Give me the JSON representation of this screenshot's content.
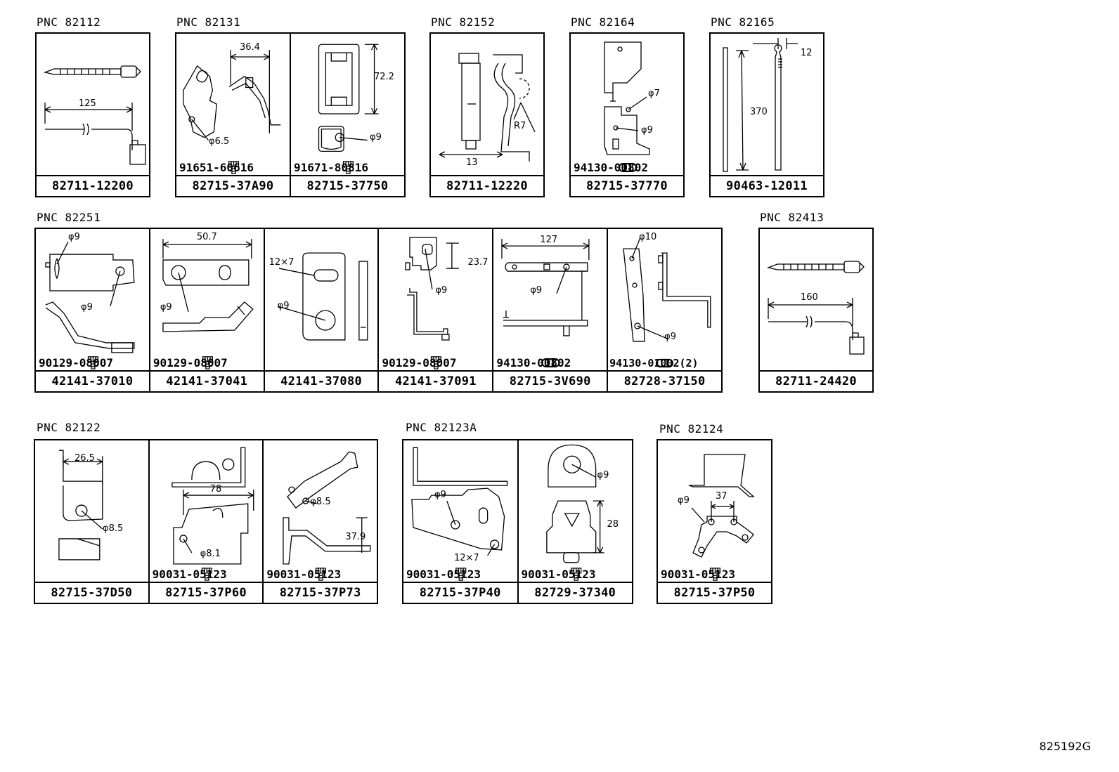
{
  "diagram_code": "825192G",
  "groups": [
    {
      "pnc": "PNC 82112",
      "parts": [
        {
          "number": "82711-12200",
          "dims": [
            "125"
          ]
        }
      ]
    },
    {
      "pnc": "PNC 82131",
      "parts": [
        {
          "number": "82715-37A90",
          "sub": "91651-60616",
          "dims": [
            "36.4",
            "φ6.5"
          ]
        },
        {
          "number": "82715-37750",
          "sub": "91671-80816",
          "dims": [
            "72.2",
            "φ9"
          ]
        }
      ]
    },
    {
      "pnc": "PNC 82152",
      "parts": [
        {
          "number": "82711-12220",
          "dims": [
            "13",
            "R7"
          ]
        }
      ]
    },
    {
      "pnc": "PNC 82164",
      "parts": [
        {
          "number": "82715-37770",
          "sub": "94130-00802",
          "dims": [
            "φ7",
            "φ9"
          ]
        }
      ]
    },
    {
      "pnc": "PNC 82165",
      "parts": [
        {
          "number": "90463-12011",
          "dims": [
            "12",
            "370"
          ]
        }
      ]
    },
    {
      "pnc": "PNC 82251",
      "parts": [
        {
          "number": "42141-37010",
          "sub": "90129-08007",
          "dims": [
            "φ9",
            "φ9"
          ]
        },
        {
          "number": "42141-37041",
          "sub": "90129-08007",
          "dims": [
            "50.7",
            "φ9"
          ]
        },
        {
          "number": "42141-37080",
          "dims": [
            "12×7",
            "φ9"
          ]
        },
        {
          "number": "42141-37091",
          "sub": "90129-08007",
          "dims": [
            "23.7",
            "φ9"
          ]
        },
        {
          "number": "82715-3V690",
          "sub": "94130-00802",
          "dims": [
            "127",
            "φ9"
          ]
        },
        {
          "number": "82728-37150",
          "sub": "94130-01002(2)",
          "dims": [
            "φ10",
            "φ9"
          ]
        }
      ]
    },
    {
      "pnc": "PNC 82413",
      "parts": [
        {
          "number": "82711-24420",
          "dims": [
            "160"
          ]
        }
      ]
    },
    {
      "pnc": "PNC 82122",
      "parts": [
        {
          "number": "82715-37D50",
          "dims": [
            "26.5",
            "φ8.5"
          ]
        },
        {
          "number": "82715-37P60",
          "sub": "90031-05123",
          "dims": [
            "78",
            "φ8.1"
          ]
        },
        {
          "number": "82715-37P73",
          "sub": "90031-05123",
          "dims": [
            "φ8.5",
            "37.9"
          ]
        }
      ]
    },
    {
      "pnc": "PNC 82123A",
      "parts": [
        {
          "number": "82715-37P40",
          "sub": "90031-05123",
          "dims": [
            "φ9",
            "12×7"
          ]
        },
        {
          "number": "82729-37340",
          "sub": "90031-05123",
          "dims": [
            "φ9",
            "28"
          ]
        }
      ]
    },
    {
      "pnc": "PNC 82124",
      "parts": [
        {
          "number": "82715-37P50",
          "sub": "90031-05123",
          "dims": [
            "φ9",
            "37"
          ]
        }
      ]
    }
  ]
}
